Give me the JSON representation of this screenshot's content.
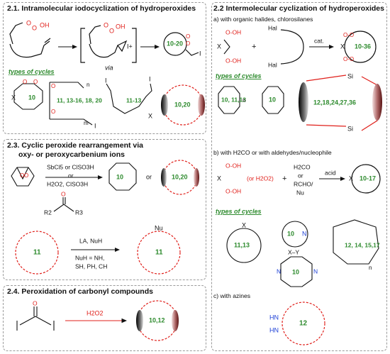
{
  "panels": {
    "p21": {
      "title": "2.1. Intramolecular iodocyclization of hydroperoxides",
      "types_label": "types of cycles",
      "via": "via",
      "ring1": "10-20",
      "cycles": [
        "10",
        "11, 13-16, 18, 20",
        "11-13",
        "10,20"
      ],
      "labels": {
        "I": "I",
        "Iplus": "I+",
        "n": "n",
        "m": "m",
        "X": "X"
      }
    },
    "p22": {
      "title": "2.2 Intermolecular cyclization of hydroperoxides",
      "a_label": "a) with organic halides, chlorosilanes",
      "hal": "Hal",
      "cat": "cat.",
      "ring1": "10-36",
      "types_label": "types of cycles",
      "cycles": [
        "10, 11,13",
        "10",
        "12,18,24,27,36"
      ],
      "n": "n",
      "si": "Si"
    },
    "p22b": {
      "label": "b) with H2CO or with aldehydes/nucleophile",
      "h2o2": "(or H2O2)",
      "plus": "+",
      "reagent_lines": [
        "H2CO",
        "or",
        "RCHO/",
        "Nu"
      ],
      "acid": "acid",
      "ring1": "10-17",
      "types_label": "types of cycles",
      "cycles": [
        "11,13",
        "10",
        "10",
        "12, 14, 15,17"
      ],
      "n": "n",
      "N": "N"
    },
    "p22c": {
      "label": "c) with azines",
      "ring": "12",
      "HN": "HN",
      "NH": "HN"
    },
    "p23": {
      "title_l1": "2.3. Cyclic peroxide rearrangement via",
      "title_l2": "oxy- or peroxycarbenium ions",
      "reagent1": "SbCl5 or ClSO3H",
      "or": "or",
      "reagent2": "H2O2, ClSO3H",
      "or2": "or",
      "ring_a": "10",
      "ring_b": "10,20",
      "R2": "R2",
      "R3": "R3",
      "reagent3": "LA, NuH",
      "nuh_l1": "NuH = NH,",
      "nuh_l2": "SH, PH, CH",
      "ring_c": "11",
      "ring_d": "11",
      "Nu": "Nu"
    },
    "p24": {
      "title": "2.4. Peroxidation of carbonyl compounds",
      "reagent": "H2O2",
      "ring": "10,12"
    }
  },
  "atoms": {
    "O": "O",
    "H": "H",
    "X": "X",
    "Y": "Y"
  },
  "colors": {
    "oxygen": "#e0201b",
    "green": "#2e8b2e",
    "blue": "#1c3fd6"
  }
}
